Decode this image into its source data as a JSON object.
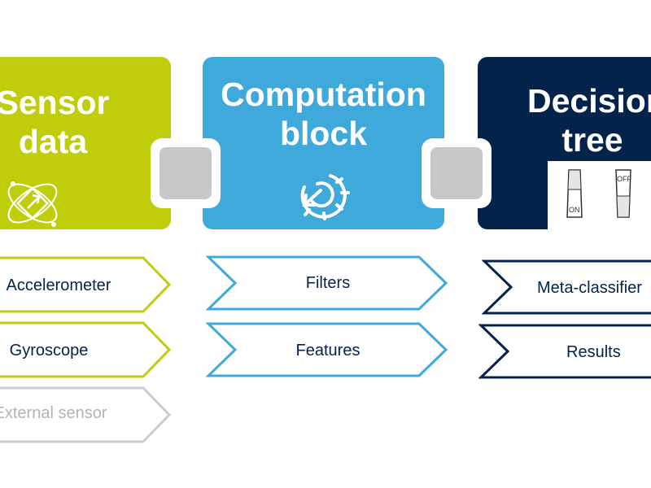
{
  "blocks": {
    "sensor": {
      "line1": "Sensor",
      "line2": "data",
      "color": "#BFCD0B"
    },
    "computation": {
      "line1": "Computation",
      "line2": "block",
      "color": "#3FA9DC"
    },
    "decision": {
      "line1": "Decision",
      "line2": "tree",
      "color": "#03234B"
    }
  },
  "switches": {
    "on_label": "ON",
    "off_label": "OFF"
  },
  "sensor_items": [
    {
      "label": "Accelerometer",
      "color": "#BFCD0B",
      "text_color": "#03234B"
    },
    {
      "label": "Gyroscope",
      "color": "#BFCD0B",
      "text_color": "#03234B"
    },
    {
      "label": "External sensor",
      "color": "#C8CDD2",
      "text_color": "#AEB4BA"
    }
  ],
  "computation_items": [
    {
      "label": "Filters",
      "color": "#3FA9DC",
      "text_color": "#03234B"
    },
    {
      "label": "Features",
      "color": "#3FA9DC",
      "text_color": "#03234B"
    }
  ],
  "decision_items": [
    {
      "label": "Meta-classifier",
      "color": "#03234B",
      "text_color": "#03234B"
    },
    {
      "label": "Results",
      "color": "#03234B",
      "text_color": "#03234B"
    }
  ],
  "icons": [
    "sensor-orbit-icon",
    "gear-arrow-icon",
    "switch-on-icon",
    "switch-off-icon"
  ]
}
